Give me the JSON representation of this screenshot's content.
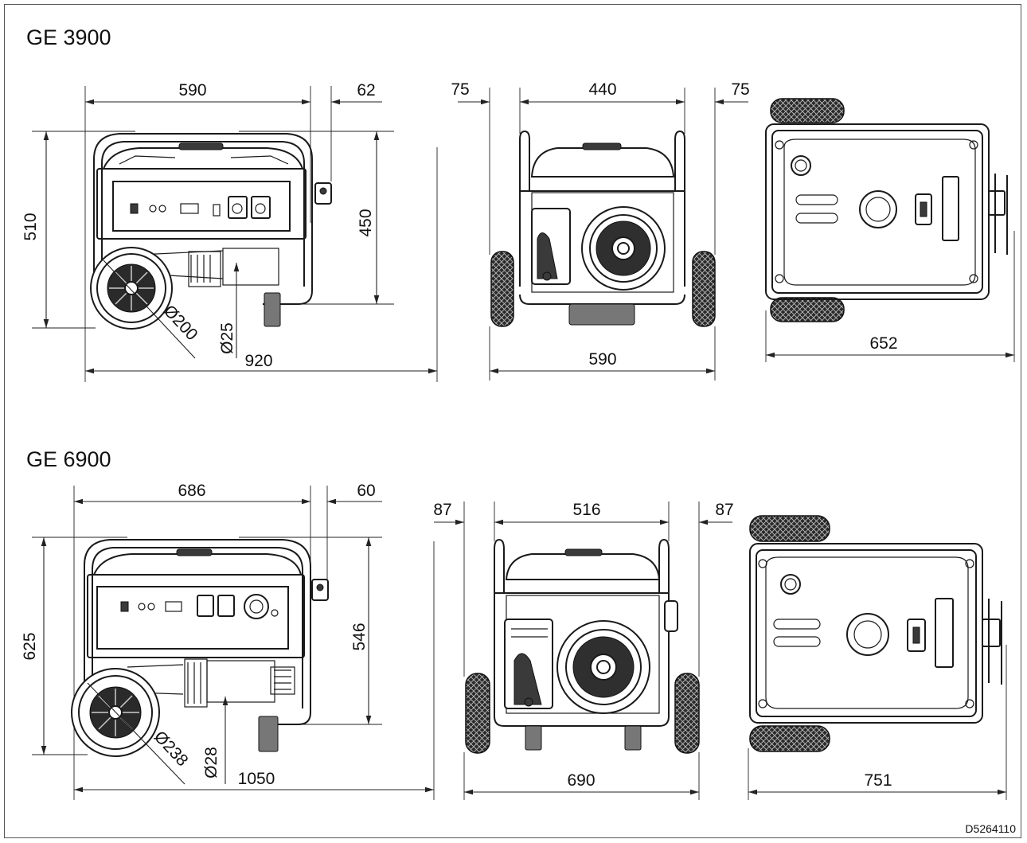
{
  "document_code": "D5264110",
  "models": [
    {
      "name": "GE 3900",
      "side_view": {
        "top_width": "590",
        "handle_offset": "62",
        "total_height": "510",
        "frame_height": "450",
        "wheel_diameter": "Ø200",
        "tube_diameter": "Ø25",
        "total_length": "920"
      },
      "front_view": {
        "left_margin": "75",
        "inner_width": "440",
        "right_margin": "75",
        "total_width": "590"
      },
      "top_view": {
        "total_width": "652"
      }
    },
    {
      "name": "GE 6900",
      "side_view": {
        "top_width": "686",
        "handle_offset": "60",
        "total_height": "625",
        "frame_height": "546",
        "wheel_diameter": "Ø238",
        "tube_diameter": "Ø28",
        "total_length": "1050"
      },
      "front_view": {
        "left_margin": "87",
        "inner_width": "516",
        "right_margin": "87",
        "total_width": "690"
      },
      "top_view": {
        "total_width": "751"
      }
    }
  ]
}
